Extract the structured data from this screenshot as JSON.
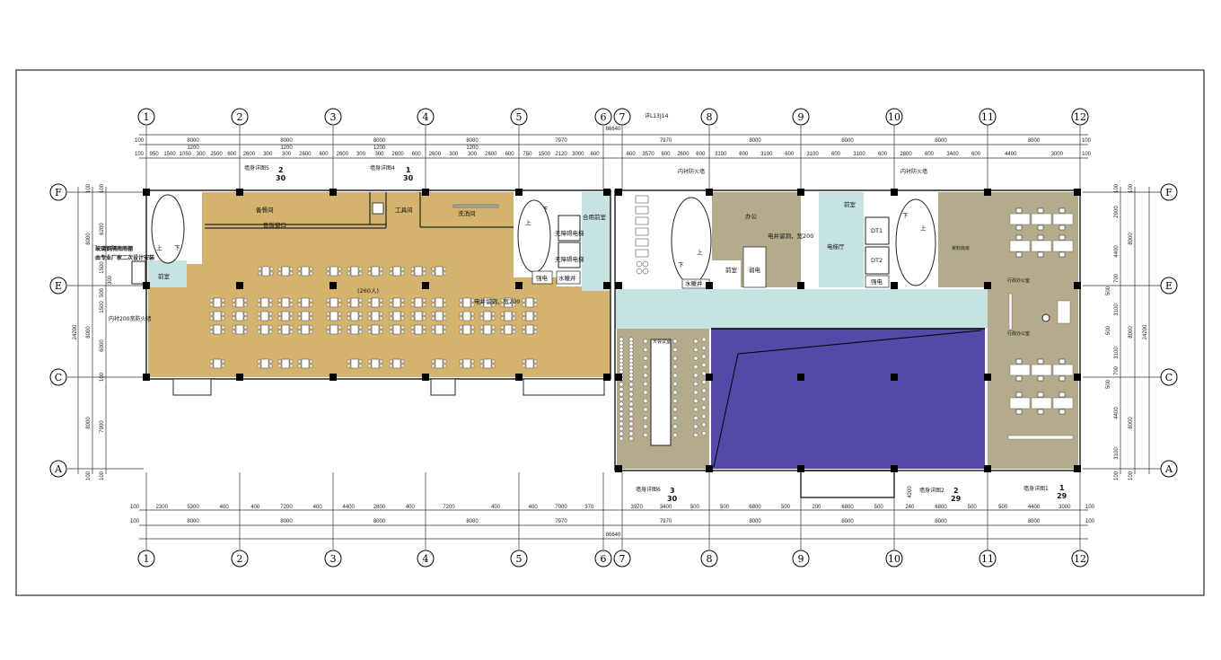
{
  "drawing": {
    "overall_length": "86640",
    "grid_columns": [
      "1",
      "2",
      "3",
      "4",
      "5",
      "6",
      "7",
      "8",
      "9",
      "10",
      "11",
      "12"
    ],
    "grid_rows": [
      "F",
      "E",
      "C",
      "A"
    ],
    "colors": {
      "dining": "#d4b36e",
      "corridor": "#c7e3e1",
      "office": "#b3ab8b",
      "open_area": "#5249a8",
      "column": "#000000"
    }
  },
  "dimensions": {
    "top_overall": [
      "8000",
      "8000",
      "8000",
      "8000",
      "7970",
      "7970",
      "8000",
      "8000",
      "8000",
      "8000"
    ],
    "top_sub": [
      "1200",
      "1200",
      "1200",
      "1200"
    ],
    "top_detail": [
      [
        "950",
        "1500",
        "1050",
        "300",
        "2500",
        "600"
      ],
      [
        "2600",
        "300",
        "300",
        "2600",
        "600"
      ],
      [
        "2600",
        "300",
        "300",
        "2600",
        "600"
      ],
      [
        "2600",
        "300",
        "300",
        "2600",
        "600"
      ],
      [
        "750",
        "1500",
        "2120",
        "3000",
        "600"
      ],
      [
        "600",
        "3570",
        "600",
        "2600",
        "600"
      ],
      [
        "3100",
        "600",
        "3100",
        "600"
      ],
      [
        "3100",
        "600",
        "3100",
        "600"
      ],
      [
        "2800",
        "600",
        "3400",
        "600"
      ],
      [
        "4400",
        "3000"
      ]
    ],
    "bottom_detail": [
      [
        "2300",
        "5300",
        "400"
      ],
      [
        "400",
        "7200",
        "400"
      ],
      [
        "4400",
        "2800",
        "400"
      ],
      [
        "7200",
        "400"
      ],
      [
        "400",
        "7000",
        "370"
      ],
      [
        "3970",
        "3400",
        "500"
      ],
      [
        "500",
        "6800",
        "500"
      ],
      [
        "200",
        "6800",
        "500"
      ],
      [
        "240",
        "6800",
        "500"
      ],
      [
        "500",
        "4400",
        "3000"
      ]
    ],
    "bottom_overall": [
      "8000",
      "8000",
      "8000",
      "8000",
      "7970",
      "7970",
      "8000",
      "8000",
      "8000",
      "8000"
    ],
    "edge": "100",
    "left_total": "24200",
    "left_bays": [
      "8000",
      "8000",
      "8000"
    ],
    "left_detail": [
      "6200",
      "1500",
      "300",
      "500",
      "1500",
      "6000",
      "100",
      "7900"
    ],
    "right_total": "24200",
    "right_bays": [
      "8000",
      "8000",
      "8000"
    ],
    "right_detail": [
      "2900",
      "4400",
      "700",
      "500",
      "3100",
      "500",
      "3100",
      "700",
      "500",
      "4400",
      "3100"
    ],
    "canopy_depth": "4200"
  },
  "annotations": {
    "wall_detail_5": "墙身详图5",
    "wall_detail_5_ref": "2",
    "wall_detail_5_sheet": "30",
    "wall_detail_4": "墙身详图4",
    "wall_detail_4_ref": "1",
    "wall_detail_4_sheet": "30",
    "detail_ref_top": "详L13J14",
    "firewall_1": "内衬防火墙",
    "firewall_2": "内衬防火墙",
    "wall_detail_6": "墙身详图6",
    "wall_detail_6_ref": "3",
    "wall_detail_6_sheet": "30",
    "wall_detail_2": "墙身详图2",
    "wall_detail_2_ref": "2",
    "wall_detail_2_sheet": "29",
    "wall_detail_1": "墙身详图1",
    "wall_detail_1_ref": "1",
    "wall_detail_1_sheet": "29",
    "canopy_note_1": "玻璃钢隔雨雨棚",
    "canopy_note_2": "由专业厂家二次设计安装",
    "left_firewall": "内衬200宽防火墙"
  },
  "rooms": {
    "prep_room": "备餐间",
    "serving_window": "售饭窗口",
    "tool_room": "工具间",
    "wash_room": "洗消间",
    "shared_lobby": "合用前室",
    "accessible_elevator_1": "无障碍电梯",
    "accessible_elevator_2": "无障碍电梯",
    "strong_power_1": "强电",
    "plumbing_shaft_1": "水暖井",
    "front_room_1": "前室",
    "capacity": "(260人)",
    "shaft_opening_1": "电井留洞，宽200",
    "up": "上",
    "down": "下",
    "office": "办公",
    "shaft_opening_2": "电井留洞，宽200",
    "front_room_2": "前室",
    "weak_power": "弱电",
    "front_room_3": "前室",
    "elevator_hall": "电梯厅",
    "elevator_1": "DT1",
    "elevator_2": "DT2",
    "strong_power_2": "强电",
    "plumbing_shaft_2": "水暖井",
    "archive": "资料库房",
    "admin_office_1": "行政办公室",
    "admin_office_2": "行政办公室",
    "conference_room": "大会议室"
  }
}
